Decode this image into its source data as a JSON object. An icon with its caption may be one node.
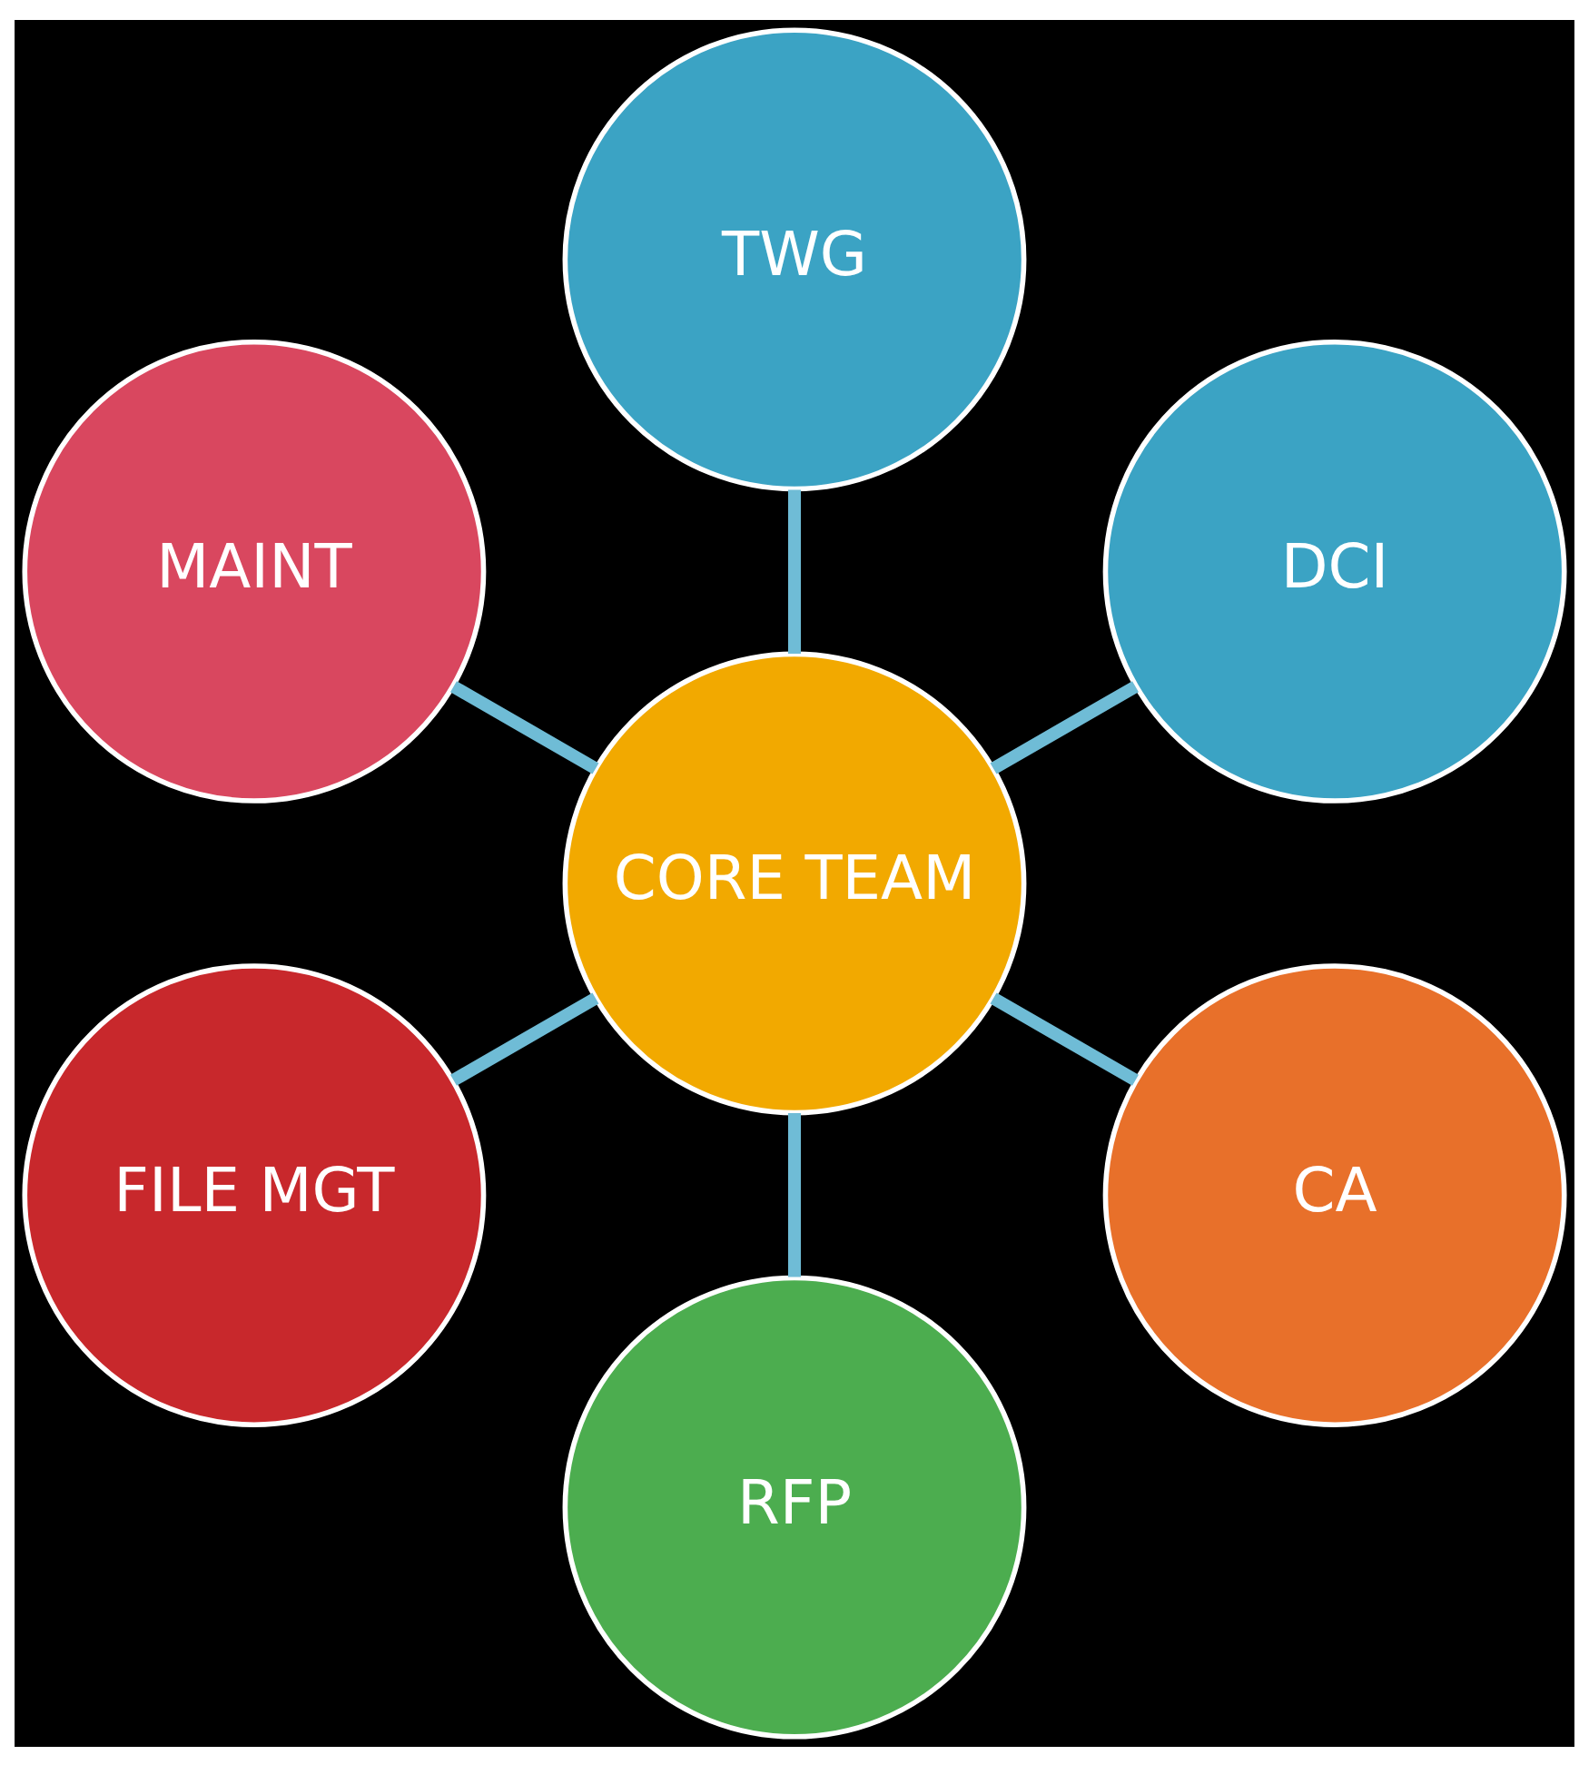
{
  "diagram": {
    "nodes": [
      {
        "text": [
          "DCI"
        ]
      },
      {
        "text": [
          "TWG"
        ]
      },
      {
        "text": [
          "MAINT"
        ]
      },
      {
        "text": [
          "CORE TEAM"
        ]
      },
      {
        "text": [
          "FILE MGT"
        ]
      },
      {
        "text": [
          "RFP"
        ]
      },
      {
        "text": [
          "CA"
        ]
      }
    ],
    "edges": [
      {
        "from": 3,
        "to": 0,
        "arrow": "none"
      },
      {
        "from": 3,
        "to": 2,
        "arrow": "none"
      },
      {
        "from": 3,
        "to": 5,
        "arrow": "none"
      },
      {
        "from": 3,
        "to": 6,
        "arrow": "none"
      },
      {
        "from": 3,
        "to": 4,
        "arrow": "none"
      },
      {
        "from": 3,
        "to": 1,
        "arrow": "none"
      }
    ]
  }
}
